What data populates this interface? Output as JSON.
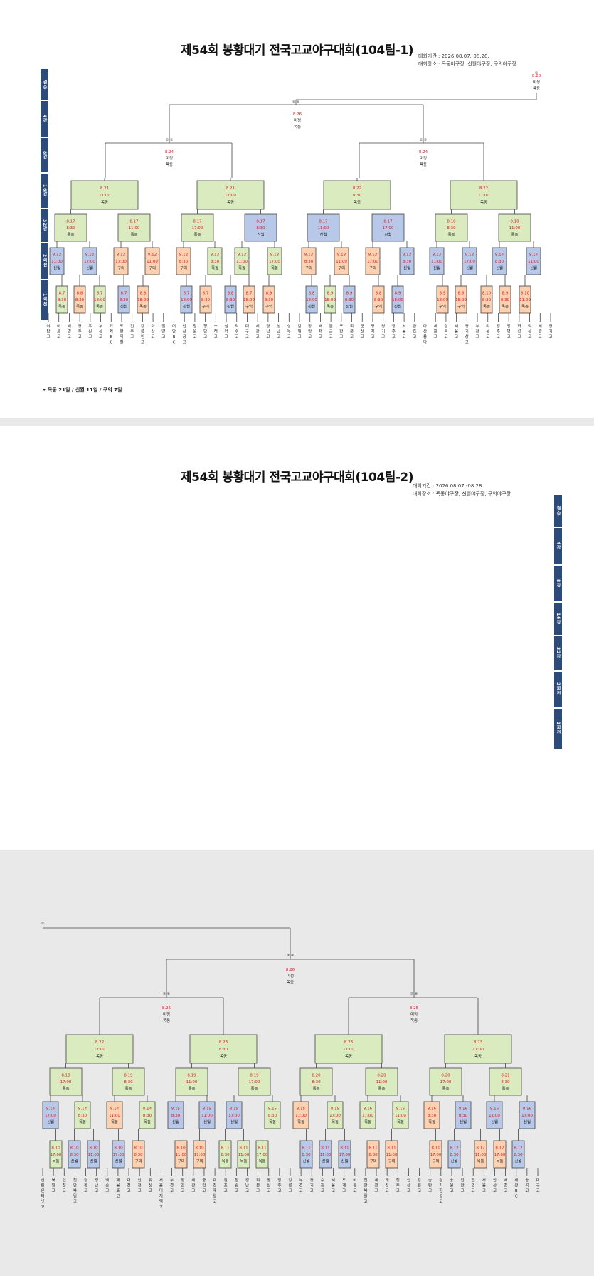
{
  "colors": {
    "green": "#d9ebbf",
    "blue": "#b7c8e8",
    "orange": "#fbd1b2",
    "line": "#444444",
    "date": "#d62020",
    "rail": "#2c4a7a"
  },
  "sheet1": {
    "title": "제54회 봉황대기 전국고교야구대회(104팀-1)",
    "period_label": "대회기간 : 2026.08.07.-08.28.",
    "venue_label": "대회장소 : 목동야구장, 신월야구장, 구의야구장",
    "rounds": [
      "결승",
      "4강",
      "8강",
      "16강",
      "32강",
      "2회전",
      "1회전"
    ],
    "legend": "• 목동 21일 / 신월 11일 / 구의 7일",
    "final": {
      "date": "8.28",
      "time": "미정",
      "venue": "목동",
      "marker": "①"
    },
    "semi": [
      {
        "date": "8.26",
        "time": "미정",
        "venue": "목동",
        "marker": "① ②"
      }
    ],
    "quarter": [
      {
        "date": "8.24",
        "time": "미정",
        "venue": "목동",
        "marker": "① ②"
      },
      {
        "date": "8.24",
        "time": "미정",
        "venue": "목동",
        "marker": "① ②"
      }
    ],
    "r16": [
      {
        "date": "8.21",
        "time": "11:00",
        "venue": "목동"
      },
      {
        "date": "8.21",
        "time": "17:00",
        "venue": "목동"
      },
      {
        "date": "8.22",
        "time": "8:30",
        "venue": "목동"
      },
      {
        "date": "8.22",
        "time": "11:00",
        "venue": "목동"
      }
    ],
    "r32": [
      {
        "date": "8.17",
        "time": "8:30",
        "venue": "목동",
        "color": "green"
      },
      {
        "date": "8.17",
        "time": "11:00",
        "venue": "목동",
        "color": "green"
      },
      {
        "date": "8.17",
        "time": "17:00",
        "venue": "목동",
        "color": "green"
      },
      {
        "date": "8.17",
        "time": "8:30",
        "venue": "신월",
        "color": "blue"
      },
      {
        "date": "8.17",
        "time": "11:00",
        "venue": "신월",
        "color": "blue"
      },
      {
        "date": "8.17",
        "time": "17:00",
        "venue": "신월",
        "color": "blue"
      },
      {
        "date": "8.18",
        "time": "8:30",
        "venue": "목동",
        "color": "green"
      },
      {
        "date": "8.18",
        "time": "11:00",
        "venue": "목동",
        "color": "green"
      }
    ],
    "r2": [
      {
        "date": "8.12",
        "time": "11:00",
        "venue": "신월",
        "color": "blue"
      },
      {
        "date": "8.12",
        "time": "17:00",
        "venue": "신월",
        "color": "blue"
      },
      {
        "date": "8.12",
        "time": "17:00",
        "venue": "구의",
        "color": "orange"
      },
      {
        "date": "8.12",
        "time": "11:00",
        "venue": "구의",
        "color": "orange"
      },
      {
        "date": "8.12",
        "time": "8:30",
        "venue": "구의",
        "color": "orange"
      },
      {
        "date": "8.13",
        "time": "8:30",
        "venue": "목동",
        "color": "green"
      },
      {
        "date": "8.13",
        "time": "11:00",
        "venue": "목동",
        "color": "green"
      },
      {
        "date": "8.13",
        "time": "17:00",
        "venue": "목동",
        "color": "green"
      },
      {
        "date": "8.13",
        "time": "8:30",
        "venue": "구의",
        "color": "orange"
      },
      {
        "date": "8.13",
        "time": "11:00",
        "venue": "구의",
        "color": "orange"
      },
      {
        "date": "8.13",
        "time": "17:00",
        "venue": "구의",
        "color": "orange"
      },
      {
        "date": "8.13",
        "time": "8:30",
        "venue": "신월",
        "color": "blue"
      },
      {
        "date": "8.13",
        "time": "11:00",
        "venue": "신월",
        "color": "blue"
      },
      {
        "date": "8.13",
        "time": "17:00",
        "venue": "신월",
        "color": "blue"
      },
      {
        "date": "8.14",
        "time": "8:30",
        "venue": "신월",
        "color": "blue"
      },
      {
        "date": "8.14",
        "time": "11:00",
        "venue": "신월",
        "color": "blue"
      }
    ],
    "r1": [
      {
        "date": "8.7",
        "time": "8:30",
        "venue": "목동",
        "color": "green"
      },
      {
        "date": "8.8",
        "time": "8:30",
        "venue": "목동",
        "color": "orange"
      },
      {
        "date": "8.7",
        "time": "18:00",
        "venue": "목동",
        "color": "green"
      },
      {
        "date": "8.7",
        "time": "8:30",
        "venue": "신월",
        "color": "blue"
      },
      {
        "date": "8.8",
        "time": "18:00",
        "venue": "목동",
        "color": "orange"
      },
      {
        "date": "8.7",
        "time": "18:00",
        "venue": "신월",
        "color": "blue"
      },
      {
        "date": "8.7",
        "time": "8:30",
        "venue": "구의",
        "color": "orange"
      },
      {
        "date": "8.8",
        "time": "8:30",
        "venue": "신월",
        "color": "blue"
      },
      {
        "date": "8.7",
        "time": "18:00",
        "venue": "구의",
        "color": "orange"
      },
      {
        "date": "8.9",
        "time": "8:30",
        "venue": "구의",
        "color": "orange"
      },
      {
        "date": "8.8",
        "time": "18:00",
        "venue": "신월",
        "color": "blue"
      },
      {
        "date": "8.9",
        "time": "18:00",
        "venue": "목동",
        "color": "green"
      },
      {
        "date": "8.9",
        "time": "8:30",
        "venue": "신월",
        "color": "blue"
      },
      {
        "date": "8.8",
        "time": "8:30",
        "venue": "구의",
        "color": "orange"
      },
      {
        "date": "8.9",
        "time": "18:00",
        "venue": "신월",
        "color": "blue"
      },
      {
        "date": "8.9",
        "time": "18:00",
        "venue": "구의",
        "color": "orange"
      },
      {
        "date": "8.8",
        "time": "18:00",
        "venue": "구의",
        "color": "orange"
      },
      {
        "date": "8.10",
        "time": "8:30",
        "venue": "목동",
        "color": "orange"
      },
      {
        "date": "8.9",
        "time": "8:30",
        "venue": "목동",
        "color": "orange"
      },
      {
        "date": "8.10",
        "time": "11:00",
        "venue": "목동",
        "color": "orange"
      }
    ],
    "teams": [
      "야탑고",
      "야로고",
      "배명고",
      "경주고",
      "우신고",
      "부산고",
      "거제BC",
      "포항제철",
      "전주고",
      "강릉인고",
      "마산고",
      "밀양고",
      "어안BC",
      "안산공고",
      "청원고",
      "청담고",
      "소래고",
      "설악고",
      "덕수고",
      "대구고",
      "세광고",
      "경남고",
      "성남고",
      "상우고",
      "김해고",
      "장안고",
      "배재고",
      "물금고",
      "포항고",
      "휘문고",
      "군산고",
      "명지고",
      "경기고",
      "광주고",
      "서울고",
      "금호고",
      "마산용마",
      "세원고",
      "경북고",
      "서울고",
      "경기상고",
      "부천고",
      "라온고",
      "경주고",
      "광명고",
      "화성고",
      "덕산고",
      "세광고",
      "경기고"
    ]
  },
  "sheet2": {
    "title": "제54회 봉황대기 전국고교야구대회(104팀-2)",
    "period_label": "대회기간 : 2026.08.07.-08.28.",
    "venue_label": "대회장소 : 목동야구장, 신월야구장, 구의야구장",
    "rounds": [
      "결승",
      "4강",
      "8강",
      "16강",
      "32강",
      "2회전",
      "1회전"
    ],
    "top_marker": "③",
    "semi": [
      {
        "date": "8.26",
        "time": "미정",
        "venue": "목동",
        "marker": "③ ④"
      }
    ],
    "quarter": [
      {
        "date": "8.25",
        "time": "미정",
        "venue": "목동",
        "marker": "⑤ ⑥"
      },
      {
        "date": "8.25",
        "time": "미정",
        "venue": "목동",
        "marker": "⑦ ⑧"
      }
    ],
    "r16": [
      {
        "date": "8.22",
        "time": "17:00",
        "venue": "목동"
      },
      {
        "date": "8.23",
        "time": "8:30",
        "venue": "목동"
      },
      {
        "date": "8.23",
        "time": "11:00",
        "venue": "목동"
      },
      {
        "date": "8.23",
        "time": "17:00",
        "venue": "목동"
      }
    ],
    "r32": [
      {
        "date": "8.18",
        "time": "17:00",
        "venue": "목동",
        "color": "green"
      },
      {
        "date": "8.19",
        "time": "8:30",
        "venue": "목동",
        "color": "green"
      },
      {
        "date": "8.19",
        "time": "11:00",
        "venue": "목동",
        "color": "green"
      },
      {
        "date": "8.19",
        "time": "17:00",
        "venue": "목동",
        "color": "green"
      },
      {
        "date": "8.20",
        "time": "8:30",
        "venue": "목동",
        "color": "green"
      },
      {
        "date": "8.20",
        "time": "11:00",
        "venue": "목동",
        "color": "green"
      },
      {
        "date": "8.20",
        "time": "17:00",
        "venue": "목동",
        "color": "green"
      },
      {
        "date": "8.21",
        "time": "8:30",
        "venue": "목동",
        "color": "green"
      }
    ],
    "r2": [
      {
        "date": "8.14",
        "time": "17:00",
        "venue": "신월",
        "color": "blue"
      },
      {
        "date": "8.14",
        "time": "8:30",
        "venue": "목동",
        "color": "green"
      },
      {
        "date": "8.14",
        "time": "11:00",
        "venue": "목동",
        "color": "orange"
      },
      {
        "date": "8.14",
        "time": "8:30",
        "venue": "목동",
        "color": "green"
      },
      {
        "date": "8.15",
        "time": "8:30",
        "venue": "신월",
        "color": "blue"
      },
      {
        "date": "8.15",
        "time": "11:00",
        "venue": "신월",
        "color": "blue"
      },
      {
        "date": "8.15",
        "time": "17:00",
        "venue": "신월",
        "color": "blue"
      },
      {
        "date": "8.15",
        "time": "8:30",
        "venue": "목동",
        "color": "green"
      },
      {
        "date": "8.15",
        "time": "11:00",
        "venue": "목동",
        "color": "orange"
      },
      {
        "date": "8.15",
        "time": "17:00",
        "venue": "목동",
        "color": "green"
      },
      {
        "date": "8.16",
        "time": "17:00",
        "venue": "목동",
        "color": "green"
      },
      {
        "date": "8.16",
        "time": "11:00",
        "venue": "목동",
        "color": "green"
      },
      {
        "date": "8.16",
        "time": "8:30",
        "venue": "목동",
        "color": "orange"
      },
      {
        "date": "8.16",
        "time": "8:30",
        "venue": "신월",
        "color": "blue"
      },
      {
        "date": "8.16",
        "time": "11:00",
        "venue": "신월",
        "color": "blue"
      },
      {
        "date": "8.16",
        "time": "17:00",
        "venue": "신월",
        "color": "blue"
      }
    ],
    "r1": [
      {
        "date": "8.10",
        "time": "17:00",
        "venue": "목동",
        "color": "green"
      },
      {
        "date": "8.10",
        "time": "8:30",
        "venue": "신월",
        "color": "blue"
      },
      {
        "date": "8.10",
        "time": "11:00",
        "venue": "신월",
        "color": "blue"
      },
      {
        "date": "8.10",
        "time": "17:00",
        "venue": "신월",
        "color": "blue"
      },
      {
        "date": "8.10",
        "time": "8:30",
        "venue": "구의",
        "color": "orange"
      },
      {
        "date": "8.10",
        "time": "11:00",
        "venue": "구의",
        "color": "orange"
      },
      {
        "date": "8.10",
        "time": "17:00",
        "venue": "구의",
        "color": "orange"
      },
      {
        "date": "8.11",
        "time": "8:30",
        "venue": "목동",
        "color": "green"
      },
      {
        "date": "8.11",
        "time": "11:00",
        "venue": "목동",
        "color": "green"
      },
      {
        "date": "8.11",
        "time": "17:00",
        "venue": "목동",
        "color": "green"
      },
      {
        "date": "8.11",
        "time": "8:30",
        "venue": "신월",
        "color": "blue"
      },
      {
        "date": "8.11",
        "time": "11:00",
        "venue": "신월",
        "color": "blue"
      },
      {
        "date": "8.11",
        "time": "17:00",
        "venue": "신월",
        "color": "blue"
      },
      {
        "date": "8.11",
        "time": "8:30",
        "venue": "구의",
        "color": "orange"
      },
      {
        "date": "8.11",
        "time": "11:00",
        "venue": "구의",
        "color": "orange"
      },
      {
        "date": "8.11",
        "time": "17:00",
        "venue": "구의",
        "color": "orange"
      },
      {
        "date": "8.12",
        "time": "8:30",
        "venue": "신월",
        "color": "blue"
      },
      {
        "date": "8.12",
        "time": "11:00",
        "venue": "목동",
        "color": "orange"
      },
      {
        "date": "8.12",
        "time": "17:00",
        "venue": "목동",
        "color": "orange"
      },
      {
        "date": "8.12",
        "time": "8:30",
        "venue": "신월",
        "color": "blue"
      }
    ],
    "teams": [
      "선린인터넷고",
      "북일고",
      "인천고",
      "천안북일고",
      "경동고",
      "경남고",
      "백송고",
      "제물포고",
      "대전고",
      "인천고",
      "유신고",
      "서울디지텍고",
      "부경고",
      "장안고",
      "세광고",
      "충암고",
      "대전제일고",
      "김포고",
      "청원고",
      "경남고",
      "휘문고",
      "동산고",
      "광주고",
      "강릉고",
      "부경고",
      "경기고",
      "수원고",
      "서울고",
      "도개고",
      "비봉고",
      "천안북일고",
      "세광고",
      "개성고",
      "청주고",
      "인상고",
      "강릉고",
      "송탄고",
      "경기항공고",
      "송원고",
      "천안고",
      "진영고",
      "서울고",
      "안산고",
      "배명고",
      "세광BC",
      "송곡고",
      "대구고"
    ]
  }
}
